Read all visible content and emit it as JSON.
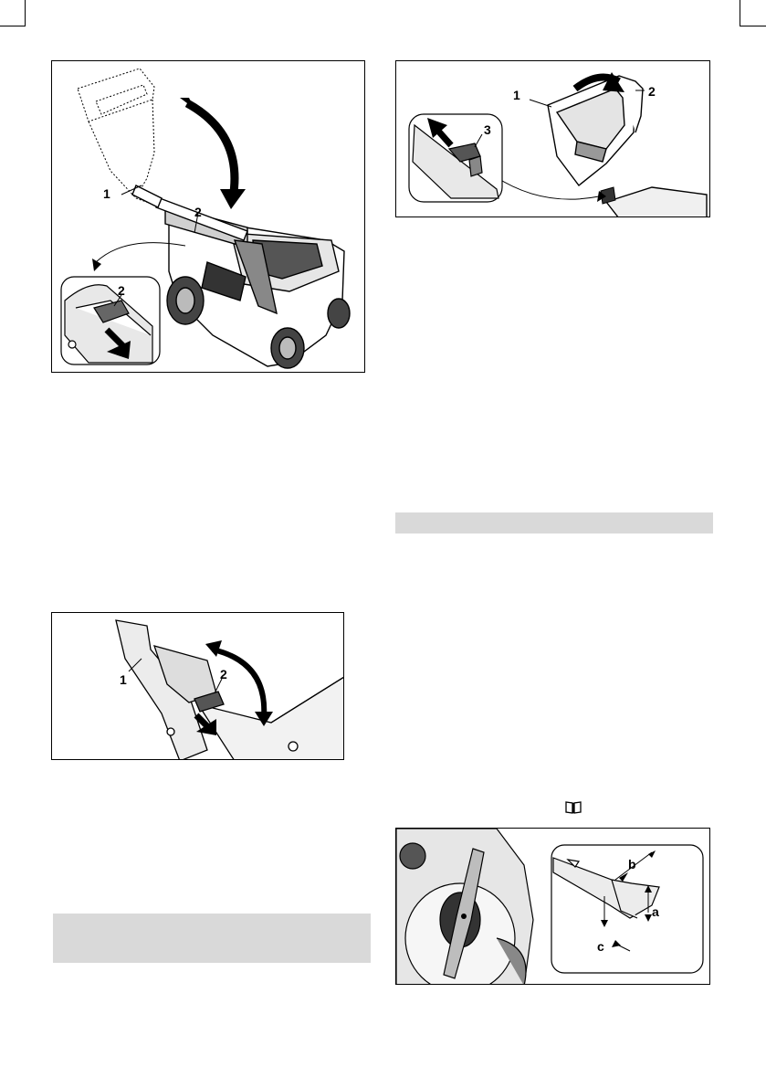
{
  "figures": {
    "fig1": {
      "labels": {
        "handle": "1",
        "lever": "2",
        "inset_lever": "2"
      }
    },
    "fig2": {
      "labels": {
        "handle": "1",
        "lever": "2",
        "latch": "3"
      }
    },
    "fig3": {
      "labels": {
        "handle": "1",
        "lever": "2"
      }
    },
    "fig4": {
      "labels": {
        "b": "b",
        "a": "a",
        "c": "c"
      }
    }
  },
  "icons": {
    "manual": "book-icon"
  }
}
